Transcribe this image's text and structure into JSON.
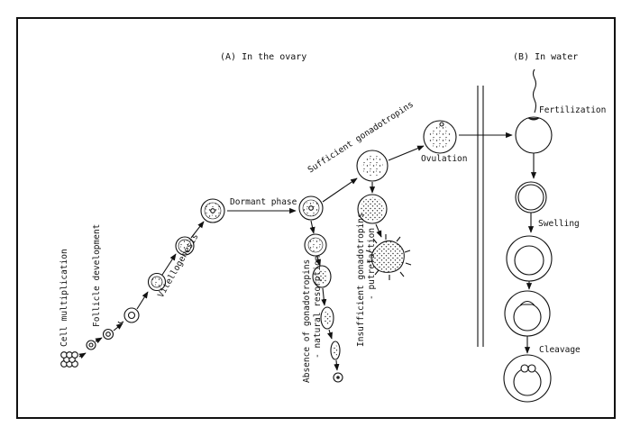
{
  "headers": {
    "ovary": "(A) In the ovary",
    "water": "(B) In water"
  },
  "labels": {
    "cell_multiplication": "Cell multiplication",
    "follicle_development": "Follicle development",
    "vitellogenesis": "Vitellogenesis",
    "dormant_phase": "Dormant phase",
    "sufficient": "Sufficient gonadotropins",
    "ovulation": "Ovulation",
    "insufficient": "Insufficient gonadotropins",
    "putrefaction": "- putrefaction",
    "absence": "Absence of gonadotropins",
    "natural_resorption": "- natural resorption",
    "fertilization": "Fertilization",
    "swelling": "Swelling",
    "cleavage": "Cleavage"
  }
}
